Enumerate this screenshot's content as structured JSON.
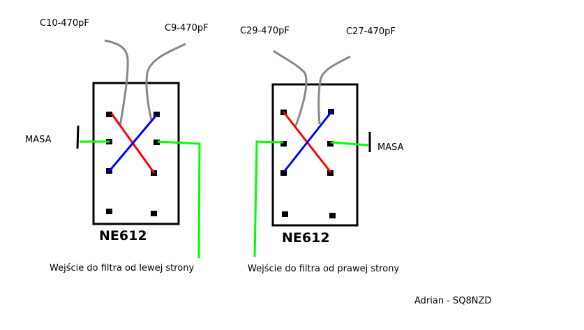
{
  "colors": {
    "background": "#ffffff",
    "outline": "#000000",
    "wire_red": "#ff0000",
    "wire_blue": "#0000ff",
    "wire_green": "#00ff00",
    "wire_gray": "#888888"
  },
  "left_chip": {
    "name": "NE612",
    "cap_left": "C10-470pF",
    "cap_right": "C9-470pF",
    "ground_label": "MASA",
    "input_label": "Wejście do filtra od lewej strony"
  },
  "right_chip": {
    "name": "NE612",
    "cap_left": "C29-470pF",
    "cap_right": "C27-470pF",
    "ground_label": "MASA",
    "input_label": "Wejście do filtra od prawej strony"
  },
  "author": "Adrian - SQ8NZD"
}
